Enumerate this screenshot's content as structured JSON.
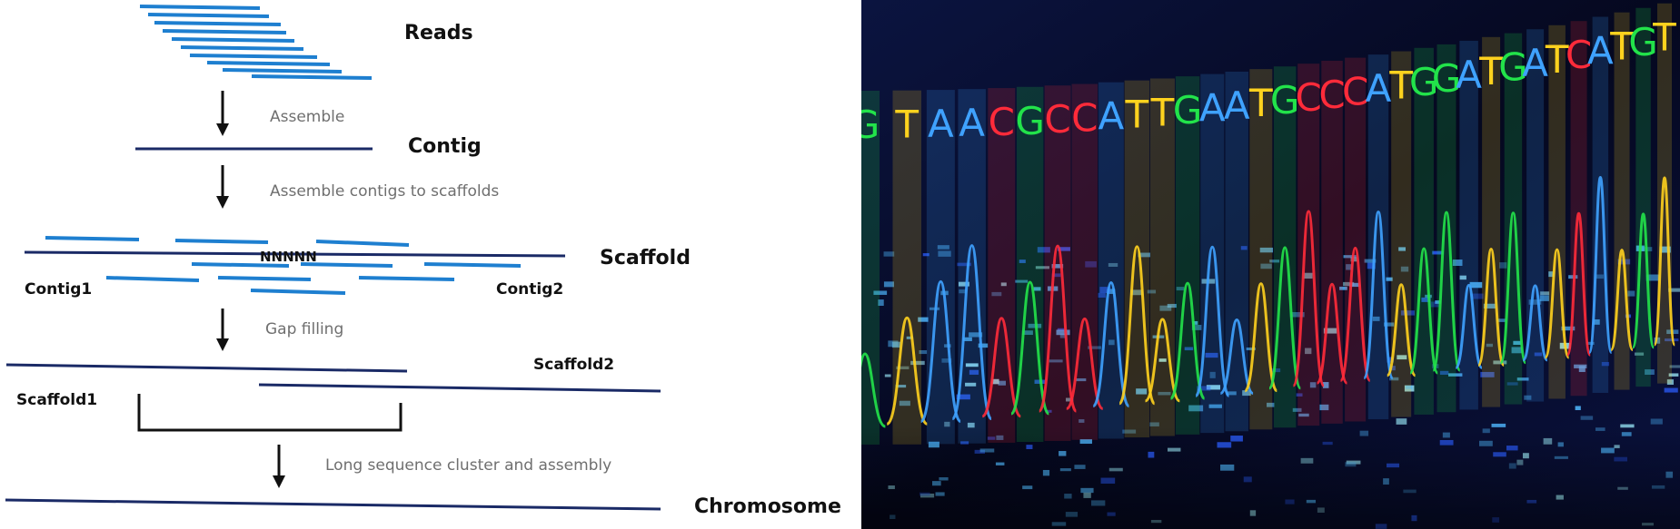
{
  "left_panel": {
    "reads_label": "Reads",
    "assemble_label": "Assemble",
    "contig_label": "Contig",
    "assemble_contigs_label": "Assemble contigs to scaffolds",
    "gap_label": "NNNNN",
    "scaffold_label": "Scaffold",
    "contig1_label": "Contig1",
    "contig2_label": "Contig2",
    "gap_filling_label": "Gap filling",
    "scaffold1_label": "Scaffold1",
    "scaffold2_label": "Scaffold2",
    "long_seq_label": "Long sequence cluster and assembly",
    "chromosome_label": "Chromosome",
    "colors": {
      "read": "#1e7fd0",
      "contig": "#1a2a66",
      "arrow": "#111111",
      "bracket": "#111111"
    }
  },
  "right_panel": {
    "sequence_letters": [
      "G",
      "T",
      "A",
      "A",
      "C",
      "G",
      "C",
      "C",
      "A",
      "T",
      "T",
      "G",
      "A",
      "A",
      "T",
      "G",
      "C",
      "C",
      "C",
      "A",
      "T",
      "G",
      "G",
      "A",
      "T",
      "G",
      "A",
      "T",
      "C",
      "A",
      "T",
      "G",
      "T"
    ],
    "colors": {
      "A": "#3fa2ff",
      "C": "#ff2b3a",
      "G": "#22e34a",
      "T": "#ffd21e",
      "background": "#05081f"
    }
  }
}
